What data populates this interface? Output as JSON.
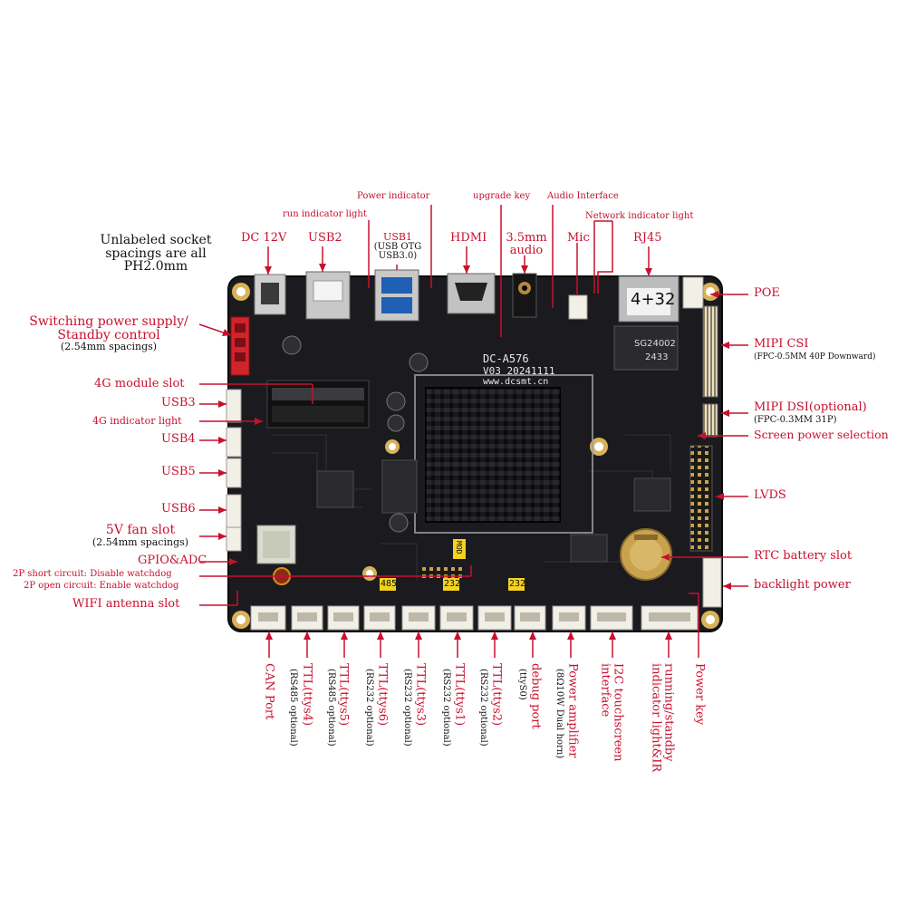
{
  "note": {
    "line1": "Unlabeled socket",
    "line2": "spacings are all",
    "line3": "PH2.0mm"
  },
  "board": {
    "model": "DC-A576",
    "version": "V03 20241111",
    "website": "www.dcsmt.cn",
    "rj45_sticker": "4+32",
    "rj45_chip": "SG24002",
    "rj45_chip_code": "2433",
    "badge_485": "485",
    "badge_232a": "232",
    "badge_232b": "232",
    "badge_mod": "MOD"
  },
  "top": {
    "power_indicator": "Power indicator",
    "upgrade_key": "upgrade key",
    "audio_interface": "Audio Interface",
    "run_indicator": "run indicator light",
    "network_indicator": "Network indicator light",
    "dc12v": "DC 12V",
    "usb2": "USB2",
    "usb1": "USB1",
    "usb1_sub1": "(USB OTG",
    "usb1_sub2": "USB3.0)",
    "hdmi": "HDMI",
    "audio35": "3.5mm",
    "audio35_sub": "audio",
    "mic": "Mic",
    "rj45": "RJ45"
  },
  "left": {
    "switching1": "Switching power supply/",
    "switching2": "Standby control",
    "switching3": "(2.54mm spacings)",
    "slot4g": "4G module slot",
    "usb3": "USB3",
    "indicator4g": "4G indicator light",
    "usb4": "USB4",
    "usb5": "USB5",
    "usb6": "USB6",
    "fan1": "5V fan slot",
    "fan2": "(2.54mm spacings)",
    "gpio": "GPIO&ADC",
    "wd1": "2P short circuit: Disable watchdog",
    "wd2": "2P open circuit: Enable watchdog",
    "wifi": "WIFI antenna slot"
  },
  "right": {
    "poe": "POE",
    "mipicsi": "MIPI CSI",
    "mipicsi_sub": "(FPC-0.5MM 40P Downward)",
    "mipidsi": "MIPI DSI(optional)",
    "mipidsi_sub": "(FPC-0.3MM 31P)",
    "screen_power": "Screen power selection",
    "lvds": "LVDS",
    "rtc": "RTC battery slot",
    "backlight": "backlight power"
  },
  "bottom": {
    "can": "CAN Port",
    "ttys4": "TTL(ttys4)",
    "ttys4_sub": "(RS485 optional)",
    "ttys5": "TTL(ttys5)",
    "ttys5_sub": "(RS485 optional)",
    "ttys6": "TTL(ttys6)",
    "ttys6_sub": "(RS232 optional)",
    "ttys3": "TTL(ttys3)",
    "ttys3_sub": "(RS232 optional)",
    "ttys1": "TTL(ttys1)",
    "ttys1_sub": "(RS232 optional)",
    "ttys2": "TTL(ttys2)",
    "ttys2_sub": "(RS232 optional)",
    "debug": "debug port",
    "debug_sub": "(ttyS0)",
    "amp": "Power amplifier",
    "amp_sub": "(8Ω10W Dual horn)",
    "i2c1": "I2C touchscreen",
    "i2c2": "interface",
    "run1": "running/standby",
    "run2": "indicator light&IR",
    "powerkey": "Power key"
  },
  "colors": {
    "label_red": "#c8102e",
    "pcb": "#1b1b1f",
    "heatsink": "#0c0c0e",
    "connector": "#f2efe6",
    "line": "#c8102e"
  }
}
